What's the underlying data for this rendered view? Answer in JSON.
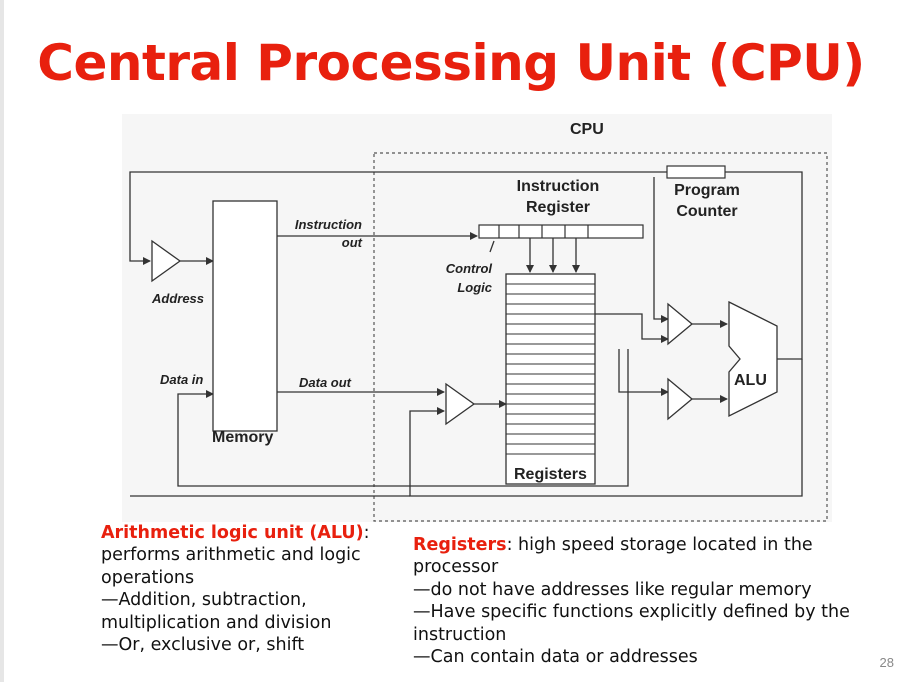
{
  "slide": {
    "title": "Central Processing Unit (CPU)",
    "page_number": "28"
  },
  "diagram": {
    "cpu_label": "CPU",
    "instruction_register": [
      "Instruction",
      "Register"
    ],
    "program_counter": [
      "Program",
      "Counter"
    ],
    "instruction_out": [
      "Instruction",
      "out"
    ],
    "control_logic": [
      "Control",
      "Logic"
    ],
    "address": "Address",
    "data_in": "Data in",
    "data_out": "Data out",
    "memory": "Memory",
    "registers": "Registers",
    "alu": "ALU"
  },
  "alu_text": {
    "term": "Arithmetic logic unit (ALU)",
    "colon_desc": ": performs arithmetic and logic operations",
    "line1": "—Addition, subtraction, multiplication and division",
    "line2": "—Or, exclusive or, shift"
  },
  "registers_text": {
    "term": "Registers",
    "colon_desc": ": high speed storage located in the processor",
    "line1": "—do not have addresses like regular memory",
    "line2": "—Have specific functions explicitly defined by the instruction",
    "line3": "—Can contain data or addresses"
  },
  "colors": {
    "accent_red": "#e8200e",
    "line": "#333333",
    "diagram_bg": "#f6f6f6"
  }
}
